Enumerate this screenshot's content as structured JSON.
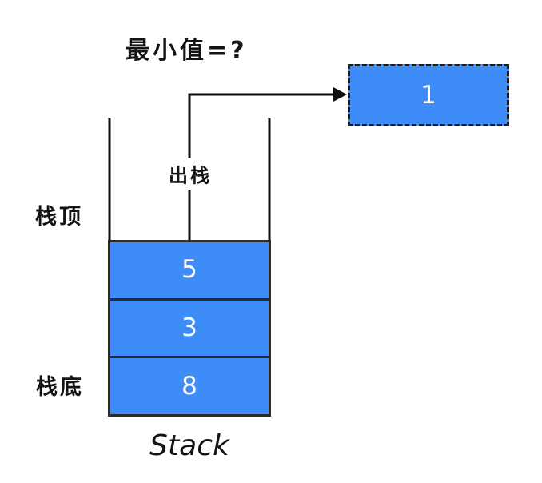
{
  "colors": {
    "background": "#ffffff",
    "element_fill": "#3d8cf8",
    "element_border": "#2b2b2b",
    "dashed_border": "#1c1c1c",
    "line": "#0e0e0e",
    "value_text": "#ffffff",
    "label_text": "#141414"
  },
  "labels": {
    "question": "最小值=?",
    "pop_action": "出栈",
    "stack_top": "栈顶",
    "stack_bottom": "栈底",
    "stack_name": "Stack"
  },
  "popped": {
    "value": "1"
  },
  "stack": {
    "items": [
      "5",
      "3",
      "8"
    ]
  }
}
